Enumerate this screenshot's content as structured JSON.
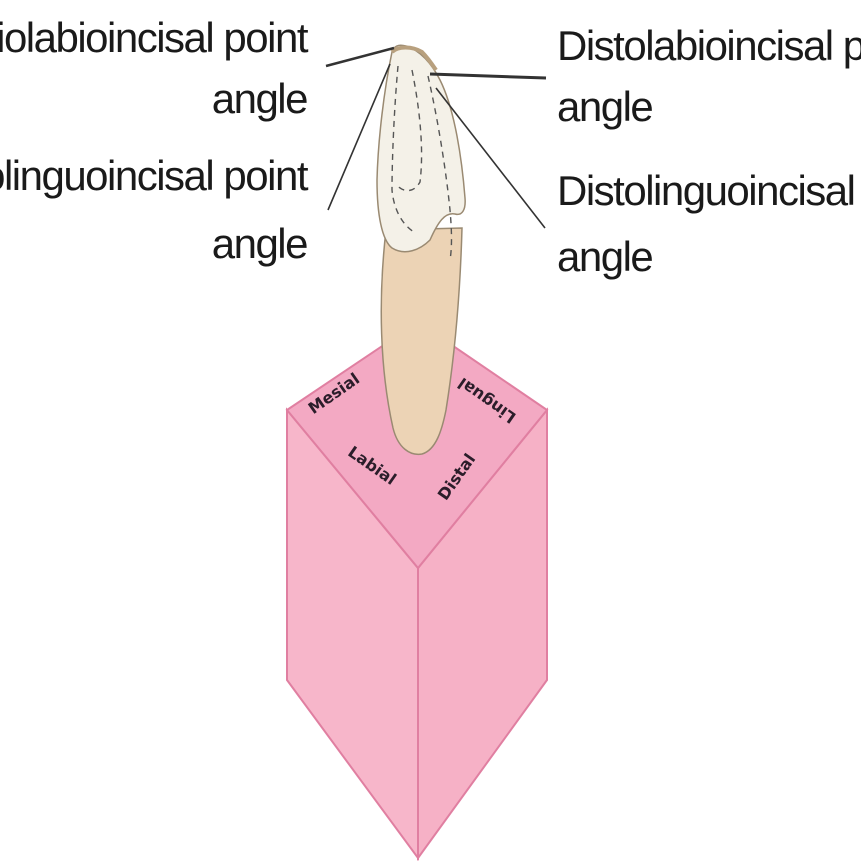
{
  "labels": {
    "mesiolabioincisal": {
      "line1": "Mesiolabioincisal point",
      "line2": "angle"
    },
    "distolabioincisal": {
      "line1": "Distolabioincisal point",
      "line2": "angle"
    },
    "mesiolinguoincisal": {
      "line1": "Mesiolinguoincisal point",
      "line2": "angle"
    },
    "distolinguoincisal": {
      "line1": "Distolinguoincisal point",
      "line2": "angle"
    }
  },
  "faces": {
    "mesial": "Mesial",
    "lingual": "Lingual",
    "labial": "Labial",
    "distal": "Distal"
  },
  "colors": {
    "block_top": "#f3a9c3",
    "block_left": "#f7b6ca",
    "block_right": "#f6b1c6",
    "block_edge": "#e07fa1",
    "crown": "#f4f1e8",
    "root": "#ecd3b5",
    "outline": "#9a8a72",
    "leader_line": "#333333"
  }
}
